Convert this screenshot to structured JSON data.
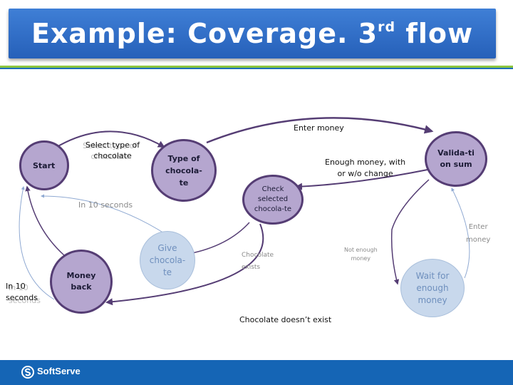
{
  "title": {
    "main": "Example: Coverage. 3",
    "sup": "rd",
    "tail": " flow"
  },
  "nodes": {
    "start": "Start",
    "type_of_chocolate": "Type of\nchocola-\nte",
    "check_selected": "Check\nselected\nchocola-te",
    "validation_sum": "Valida-ti\non sum",
    "money_back": "Money\nback",
    "give_chocolate": "Give\nchocola-\nte",
    "wait_for_money": "Wait for\nenough\nmoney"
  },
  "edges": {
    "select_type_ghost": "Select type of\nchocolate",
    "select_type": "Select type of\nchocolate",
    "enter_money_top": "Enter money",
    "enough_money": "Enough money, with\nor w/o change",
    "in_10_seconds_mid": "In 10 seconds",
    "enter_money_right": "Enter\nmoney",
    "chocolate_exists": "Chocolate\nexists",
    "not_enough_money": "Not enough\nmoney",
    "in_10_seconds_left": "In 10\nseconds",
    "in_10_seconds_left_ghost": "In 10\nseconds",
    "chocolate_doesnt_exist": "Chocolate doesn’t exist"
  },
  "footer": {
    "logo": "SoftServe"
  },
  "colors": {
    "title_bar": "#2f6fc8",
    "state_fill": "#b5a6cf",
    "state_border": "#553d74",
    "arrow_dark": "#553d74",
    "arrow_light": "#8fa9d2",
    "light_node": "#c8d8ec",
    "stripe_green": "#8dc63f",
    "footer": "#1565b5"
  }
}
